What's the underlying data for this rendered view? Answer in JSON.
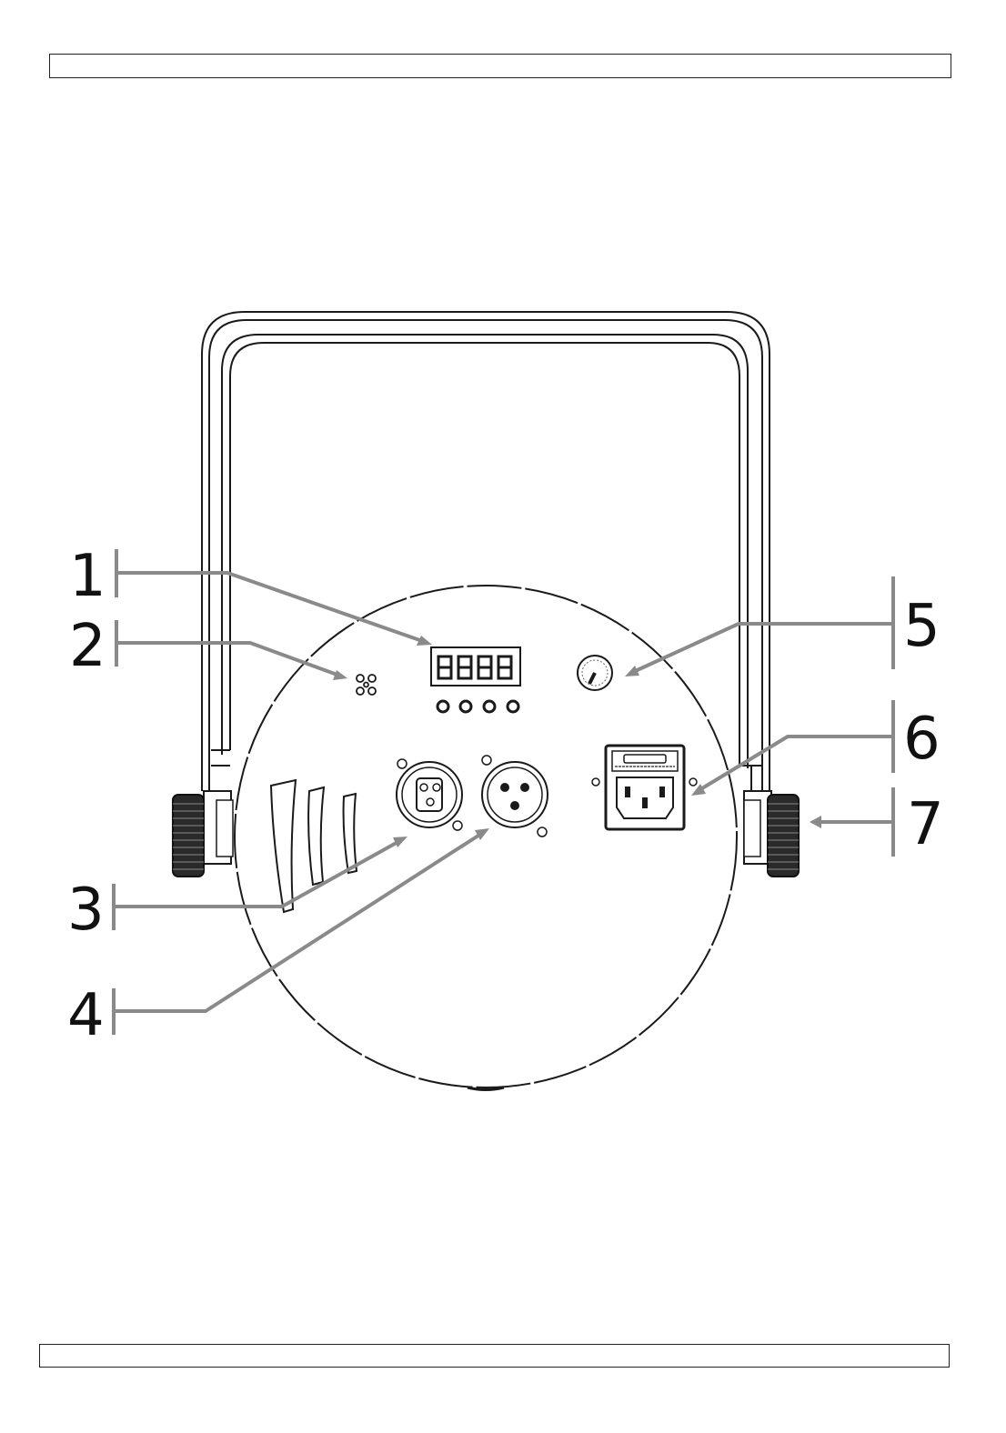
{
  "header": {
    "text": ""
  },
  "footer": {
    "text": ""
  },
  "colors": {
    "outline": "#1a1a1a",
    "leader": "#8a8a8a",
    "background": "#ffffff"
  },
  "callouts": [
    {
      "number": "1",
      "target": "display"
    },
    {
      "number": "2",
      "target": "ir-sensor"
    },
    {
      "number": "3",
      "target": "dmx-input"
    },
    {
      "number": "4",
      "target": "dmx-output"
    },
    {
      "number": "5",
      "target": "knob"
    },
    {
      "number": "6",
      "target": "power-socket"
    },
    {
      "number": "7",
      "target": "bracket-knob"
    }
  ],
  "device": {
    "display_digits": 4,
    "buttons": 4,
    "vent_slots": 3
  }
}
